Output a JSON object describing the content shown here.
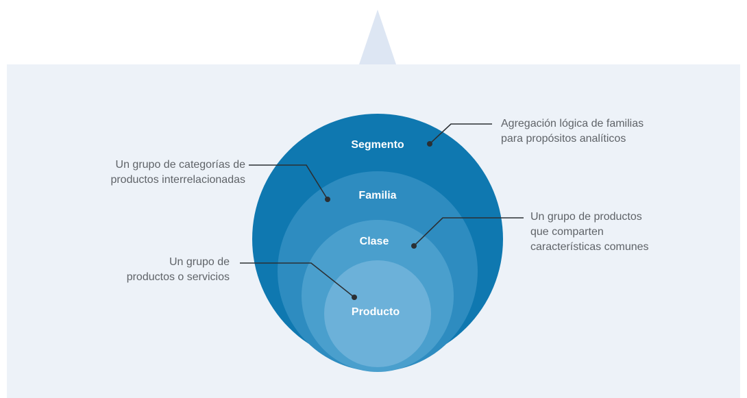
{
  "colors": {
    "background": "#edf2f8",
    "top_mark": "#dde6f3",
    "segmento": "#0f78b0",
    "familia": "#2e8cc0",
    "clase": "#4a9fcd",
    "producto": "#6cb1d9",
    "leader_line": "#2b2f33",
    "label_text": "#ffffff",
    "annotation_text": "#5f6368"
  },
  "levels": [
    {
      "id": "segmento",
      "label": "Segmento"
    },
    {
      "id": "familia",
      "label": "Familia"
    },
    {
      "id": "clase",
      "label": "Clase"
    },
    {
      "id": "producto",
      "label": "Producto"
    }
  ],
  "annotations": {
    "segmento": "Agregación lógica de familias\npara propósitos analíticos",
    "familia": "Un grupo de categorías de\nproductos interrelacionadas",
    "clase": "Un grupo de productos\nque comparten\ncaracterísticas comunes",
    "producto": "Un grupo de\nproductos o servicios"
  }
}
